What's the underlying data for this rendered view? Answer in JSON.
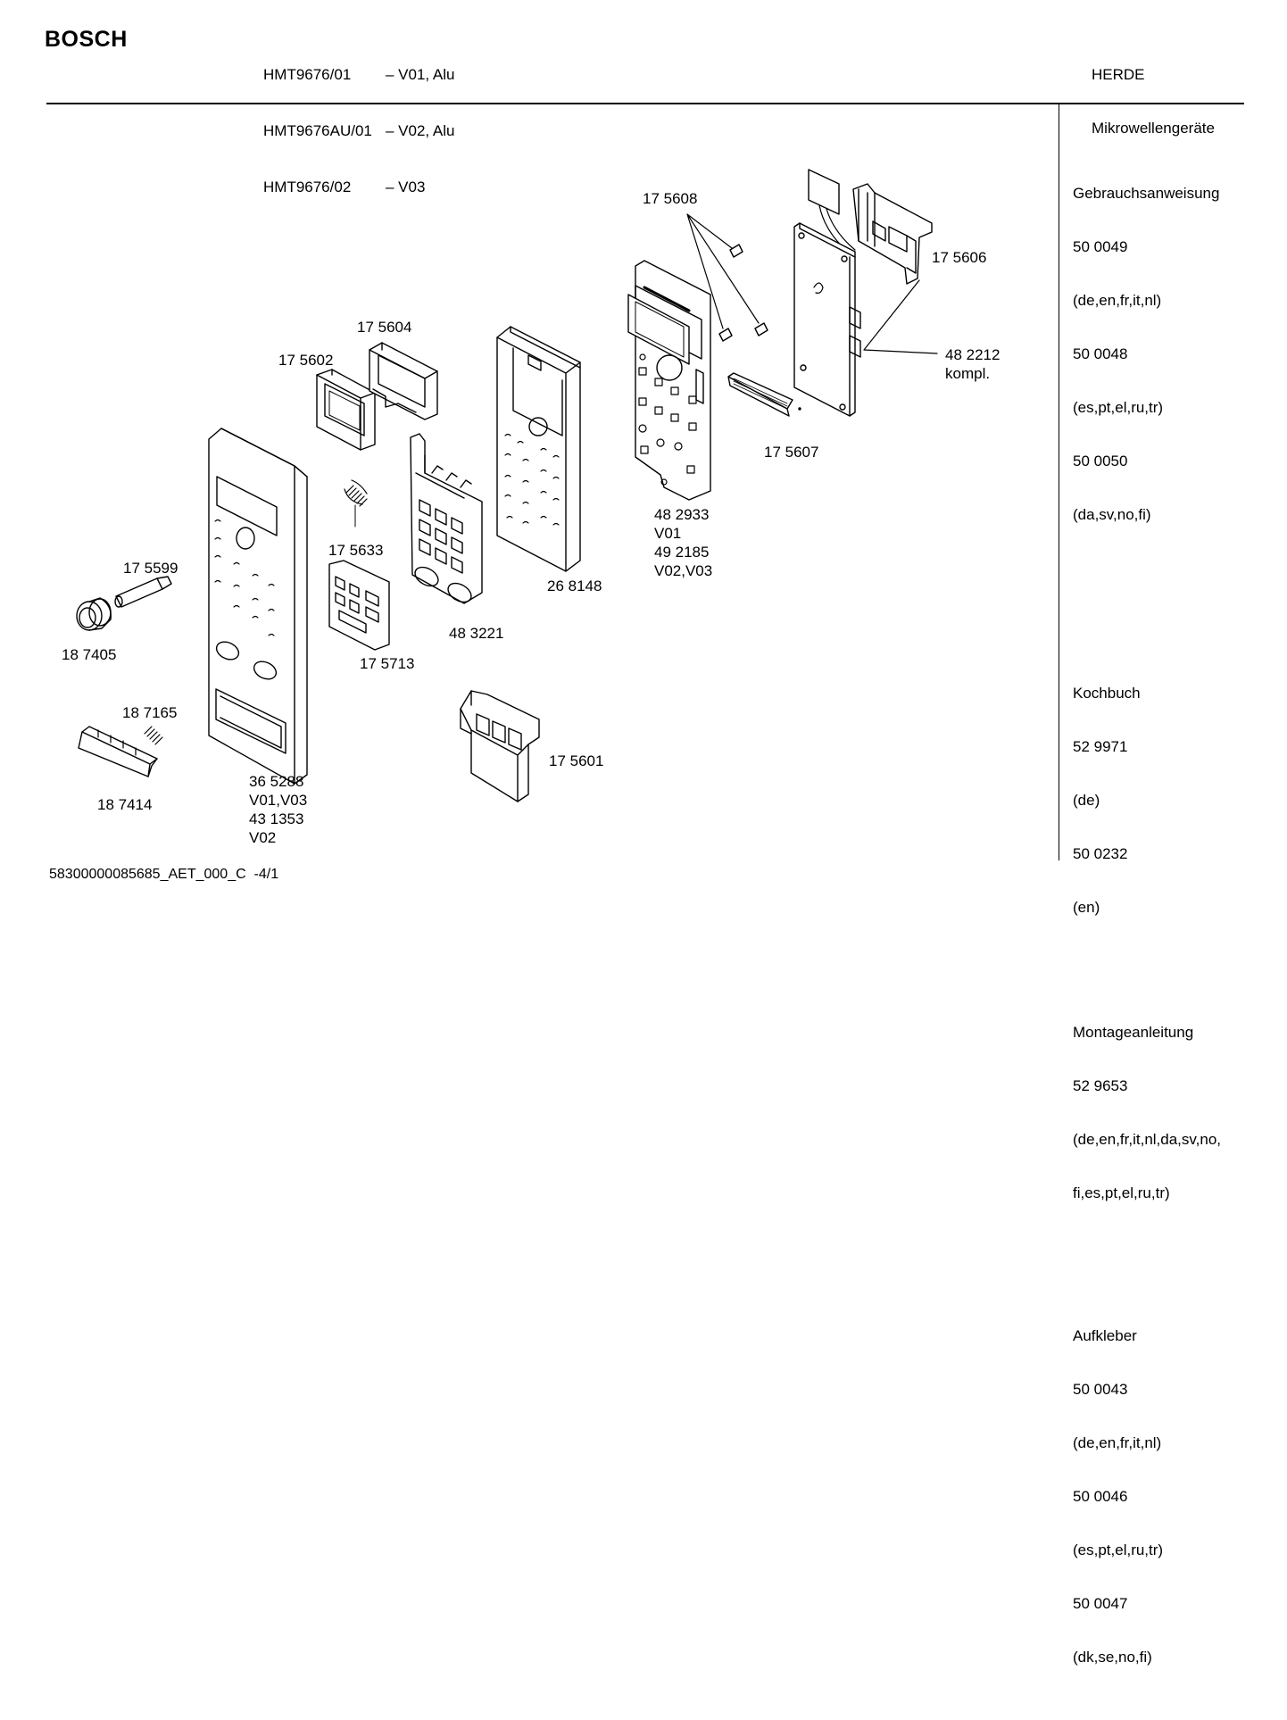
{
  "header": {
    "brand": "BOSCH",
    "models": [
      {
        "model": "HMT9676/01",
        "variant": "– V01, Alu"
      },
      {
        "model": "HMT9676AU/01",
        "variant": "– V02, Alu"
      },
      {
        "model": "HMT9676/02",
        "variant": "– V03"
      }
    ],
    "category": [
      "HERDE",
      "Mikrowellengeräte"
    ]
  },
  "docs": [
    {
      "title": "Gebrauchsanweisung",
      "lines": [
        "50 0049",
        "(de,en,fr,it,nl)",
        "50 0048",
        "(es,pt,el,ru,tr)",
        "50 0050",
        "(da,sv,no,fi)"
      ]
    },
    {
      "title": "Kochbuch",
      "lines": [
        "52 9971",
        "(de)",
        "50 0232",
        "(en)"
      ]
    },
    {
      "title": "Montageanleitung",
      "lines": [
        "52 9653",
        "(de,en,fr,it,nl,da,sv,no,",
        "fi,es,pt,el,ru,tr)"
      ]
    },
    {
      "title": "Aufkleber",
      "lines": [
        "50 0043",
        "(de,en,fr,it,nl)",
        "50 0046",
        "(es,pt,el,ru,tr)",
        "50 0047",
        "(dk,se,no,fi)"
      ]
    }
  ],
  "parts": {
    "p175608": "17 5608",
    "p175606": "17 5606",
    "p175604": "17 5604",
    "p175602": "17 5602",
    "p482212": "48 2212\nkompl.",
    "p175607": "17 5607",
    "p175633": "17 5633",
    "p175599": "17 5599",
    "p268148": "26 8148",
    "p482933": "48 2933\nV01\n49 2185\nV02,V03",
    "p483221": "48 3221",
    "p187405": "18 7405",
    "p175713": "17 5713",
    "p187165": "18 7165",
    "p175601": "17 5601",
    "p187414": "18 7414",
    "p365288": "36 5288\nV01,V03\n43 1353\nV02"
  },
  "footer": {
    "code": "58300000085685_AET_000_C  -4/1"
  }
}
